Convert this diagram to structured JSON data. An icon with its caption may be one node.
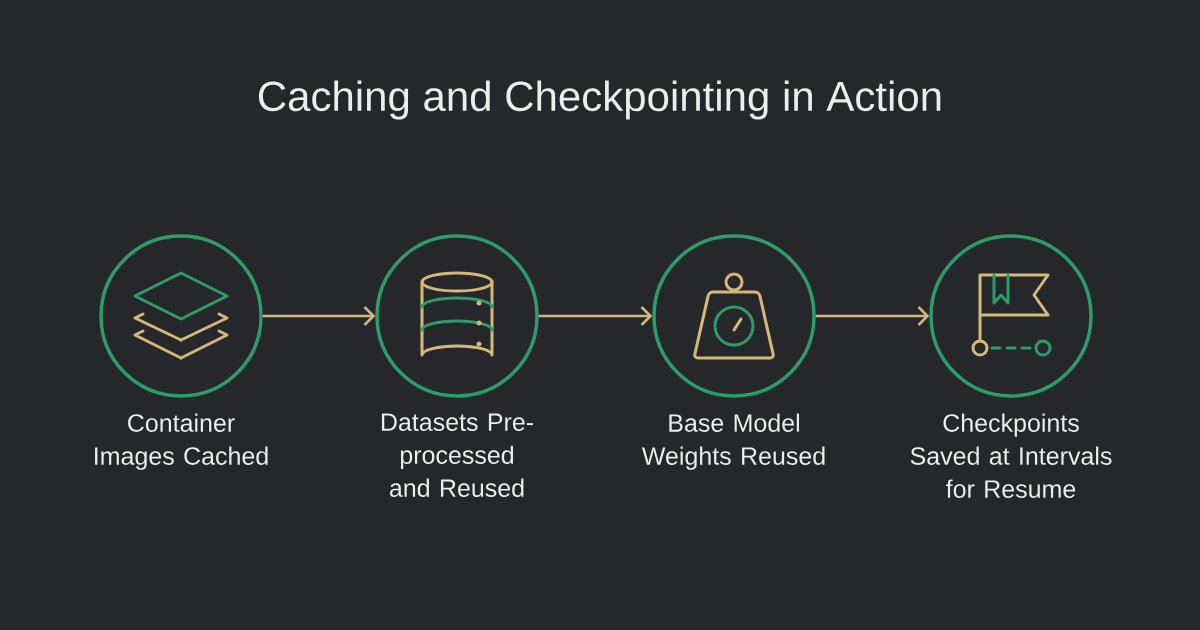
{
  "diagram": {
    "title": "Caching and Checkpointing in Action",
    "nodes": [
      {
        "text": [
          "Container Images Cached"
        ]
      },
      {
        "text": [
          "Datasets Pre-processed and Reused"
        ]
      },
      {
        "text": [
          "Base Model Weights Reused"
        ]
      },
      {
        "text": [
          "Checkpoints Saved at Intervals for Resume"
        ]
      }
    ],
    "edges": [
      {
        "from": 0,
        "to": 1,
        "arrow": "to"
      },
      {
        "from": 1,
        "to": 2,
        "arrow": "to"
      },
      {
        "from": 2,
        "to": 3,
        "arrow": "to"
      }
    ]
  }
}
